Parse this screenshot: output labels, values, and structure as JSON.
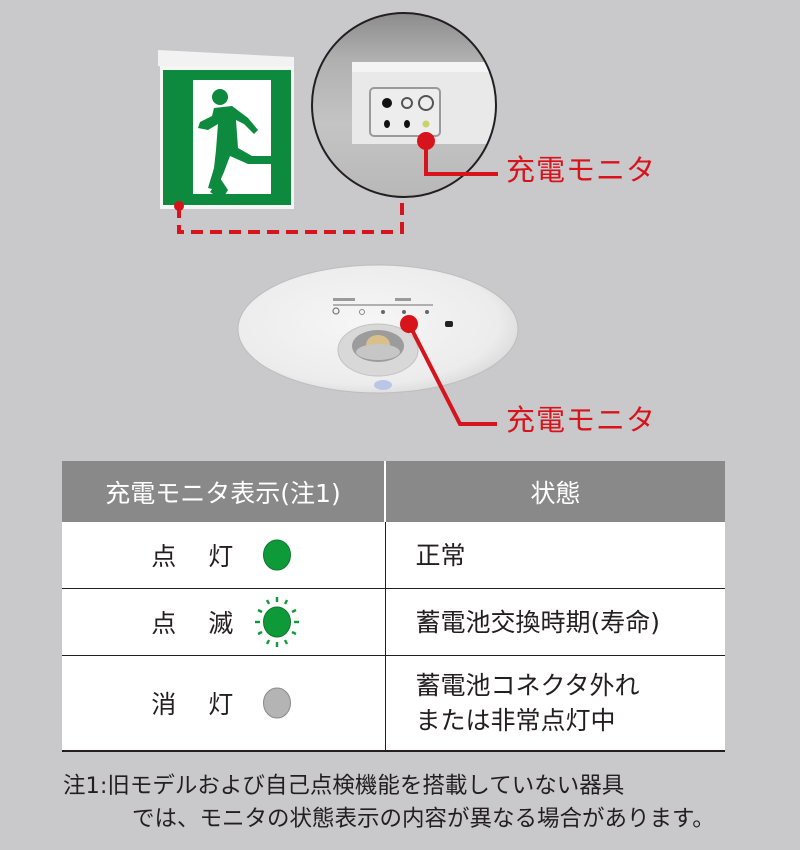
{
  "colors": {
    "background": "#c9c9cb",
    "callout_red": "#d7141c",
    "exit_green": "#0d8a3e",
    "lamp_green": "#0f9a3a",
    "lamp_gray": "#b4b4b4",
    "table_header_bg": "#898989"
  },
  "illustration": {
    "exit_sign": {
      "icon": "running-man-exit-icon"
    },
    "callout_top": {
      "label": "充電モニタ"
    },
    "downlight": {
      "icon": "emergency-downlight"
    },
    "callout_bottom": {
      "label": "充電モニタ"
    }
  },
  "table": {
    "headers": [
      "充電モニタ表示(注1)",
      "状態"
    ],
    "rows": [
      {
        "indicator": "点 灯",
        "lamp": "green-solid",
        "status_lines": [
          "正常"
        ]
      },
      {
        "indicator": "点 滅",
        "lamp": "green-blinking",
        "status_lines": [
          "蓄電池交換時期(寿命)"
        ]
      },
      {
        "indicator": "消 灯",
        "lamp": "gray-off",
        "status_lines": [
          "蓄電池コネクタ外れ",
          "または非常点灯中"
        ]
      }
    ]
  },
  "footnote": {
    "line1": "注1:旧モデルおよび自己点検機能を搭載していない器具",
    "line2": "では、モニタの状態表示の内容が異なる場合があります。"
  }
}
